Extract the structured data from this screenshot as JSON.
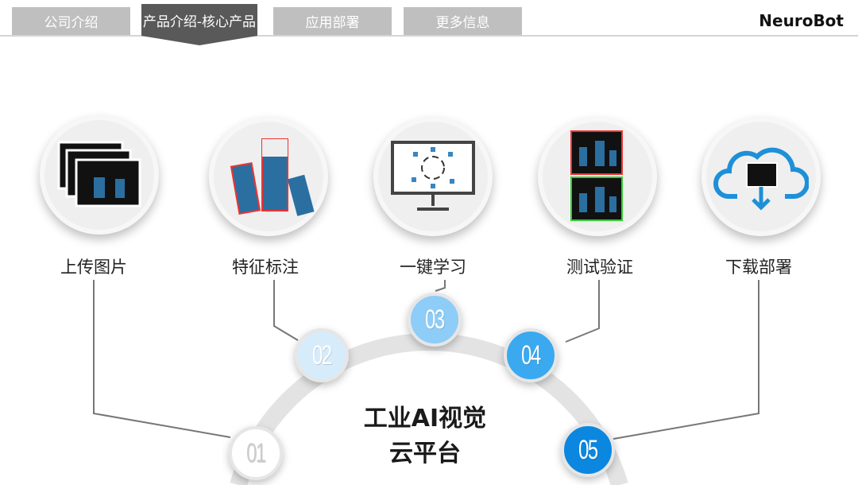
{
  "nav": {
    "tabs": [
      {
        "label": "公司介绍"
      },
      {
        "label": "产品介绍-核心产品",
        "active": true
      },
      {
        "label": "应用部署"
      },
      {
        "label": "更多信息"
      }
    ],
    "logo": "NeuroBot"
  },
  "steps": [
    {
      "label": "上传图片",
      "num": "01",
      "color": "#ffffff",
      "icon": "images-icon"
    },
    {
      "label": "特征标注",
      "num": "02",
      "color": "#d6ecfb",
      "icon": "annotate-icon"
    },
    {
      "label": "一键学习",
      "num": "03",
      "color": "#8dcdf8",
      "icon": "monitor-learning-icon"
    },
    {
      "label": "测试验证",
      "num": "04",
      "color": "#3aa9f0",
      "icon": "test-verify-icon"
    },
    {
      "label": "下载部署",
      "num": "05",
      "color": "#0b87e0",
      "icon": "cloud-download-icon"
    }
  ],
  "center": {
    "line1": "工业AI视觉",
    "line2": "云平台"
  }
}
